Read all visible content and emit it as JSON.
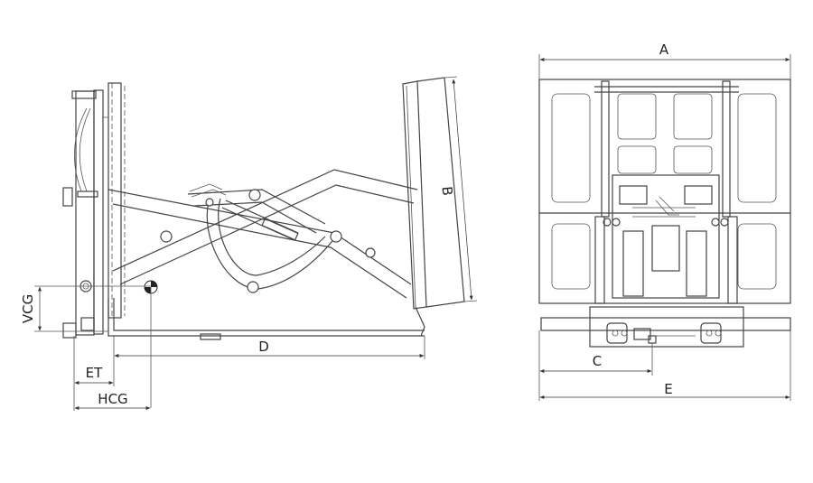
{
  "dimension_labels": {
    "A": "A",
    "B": "B",
    "C": "C",
    "D": "D",
    "E": "E",
    "ET": "ET",
    "HCG": "HCG",
    "VCG": "VCG"
  },
  "colors": {
    "line": "#444444",
    "background": "#ffffff"
  }
}
